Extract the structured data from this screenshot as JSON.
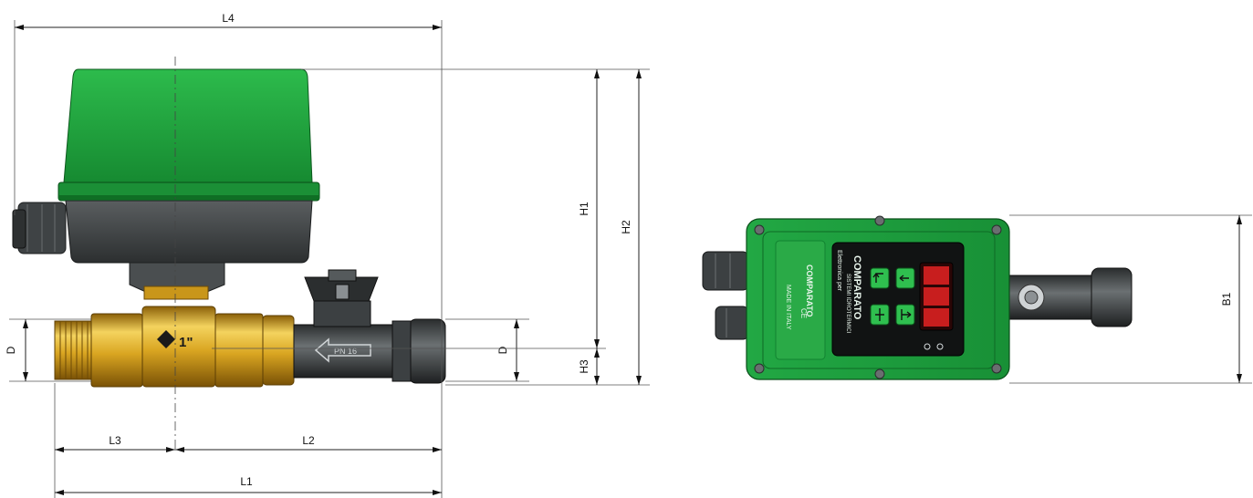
{
  "dimensions": {
    "L1": "L1",
    "L2": "L2",
    "L3": "L3",
    "L4": "L4",
    "H1": "H1",
    "H2": "H2",
    "H3": "H3",
    "B1": "B1",
    "D_left": "D",
    "D_right": "D"
  },
  "valve": {
    "size_marking": "1\"",
    "flow_marking": "PN 16"
  },
  "controller": {
    "brand": "COMPARATO",
    "line1": "SISTEMI IDROTERMICI",
    "line2": "Elettronica per",
    "made_in": "MADE IN ITALY",
    "ce_mark": "CE"
  },
  "colors": {
    "housing_green": "#1f9a3b",
    "housing_dark": "#3a3d3e",
    "brass": "#d9a521",
    "display_red": "#c81e1e"
  }
}
